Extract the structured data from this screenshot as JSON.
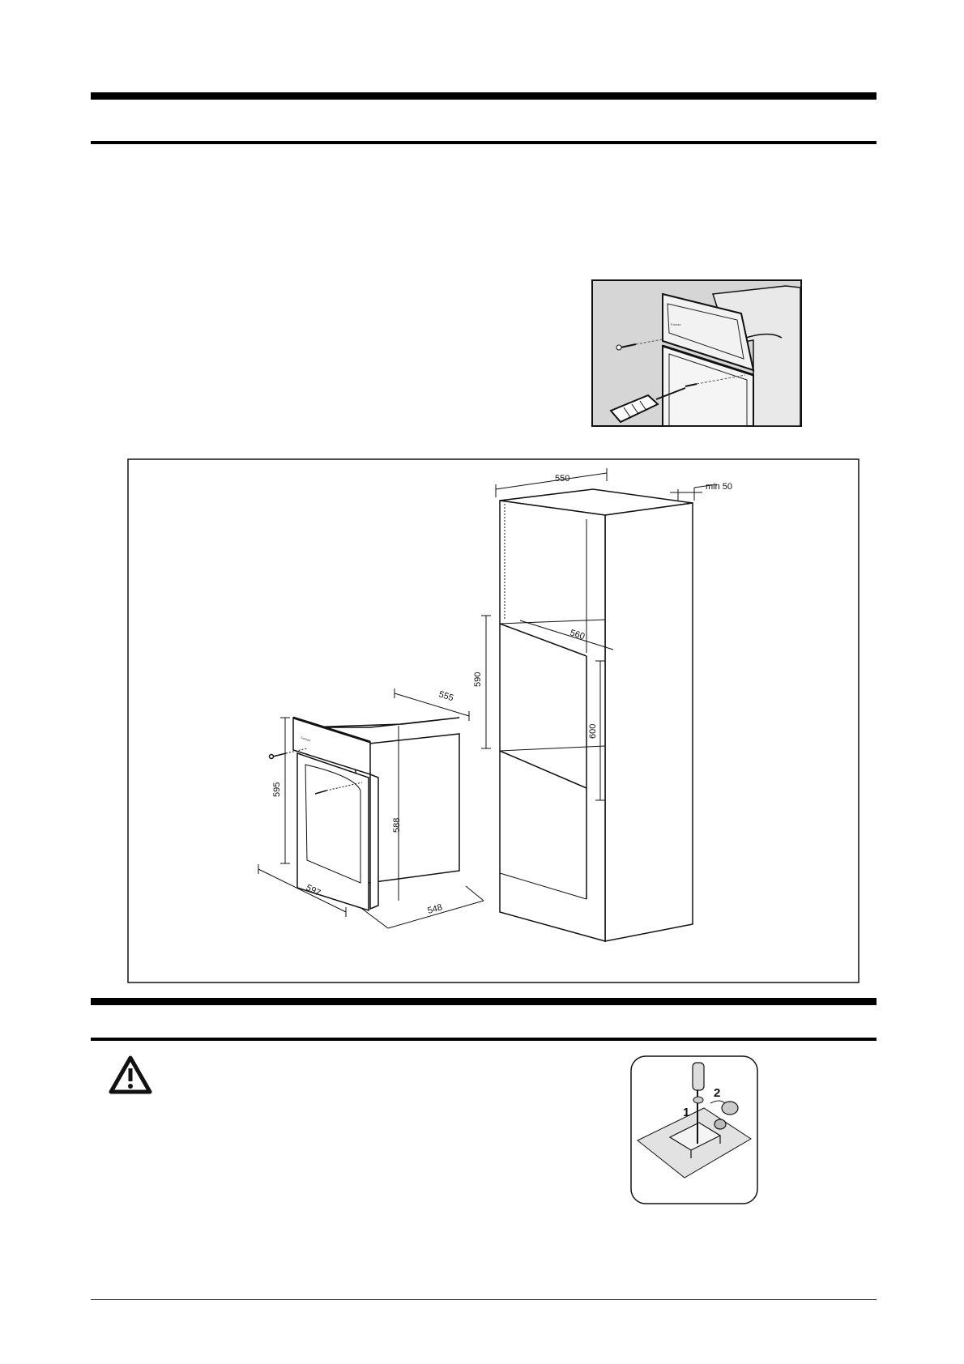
{
  "screw_figure": {
    "brand": "Fornax"
  },
  "dimensions_figure": {
    "oven_brand": "Fornax",
    "labels": {
      "d550": "550",
      "min50": "min 50",
      "d560": "560",
      "d590": "590",
      "d600": "600",
      "d555": "555",
      "d595": "595",
      "d588": "588",
      "d597": "597",
      "d548": "548"
    }
  },
  "levelling_figure": {
    "step1": "1",
    "step2": "2"
  }
}
